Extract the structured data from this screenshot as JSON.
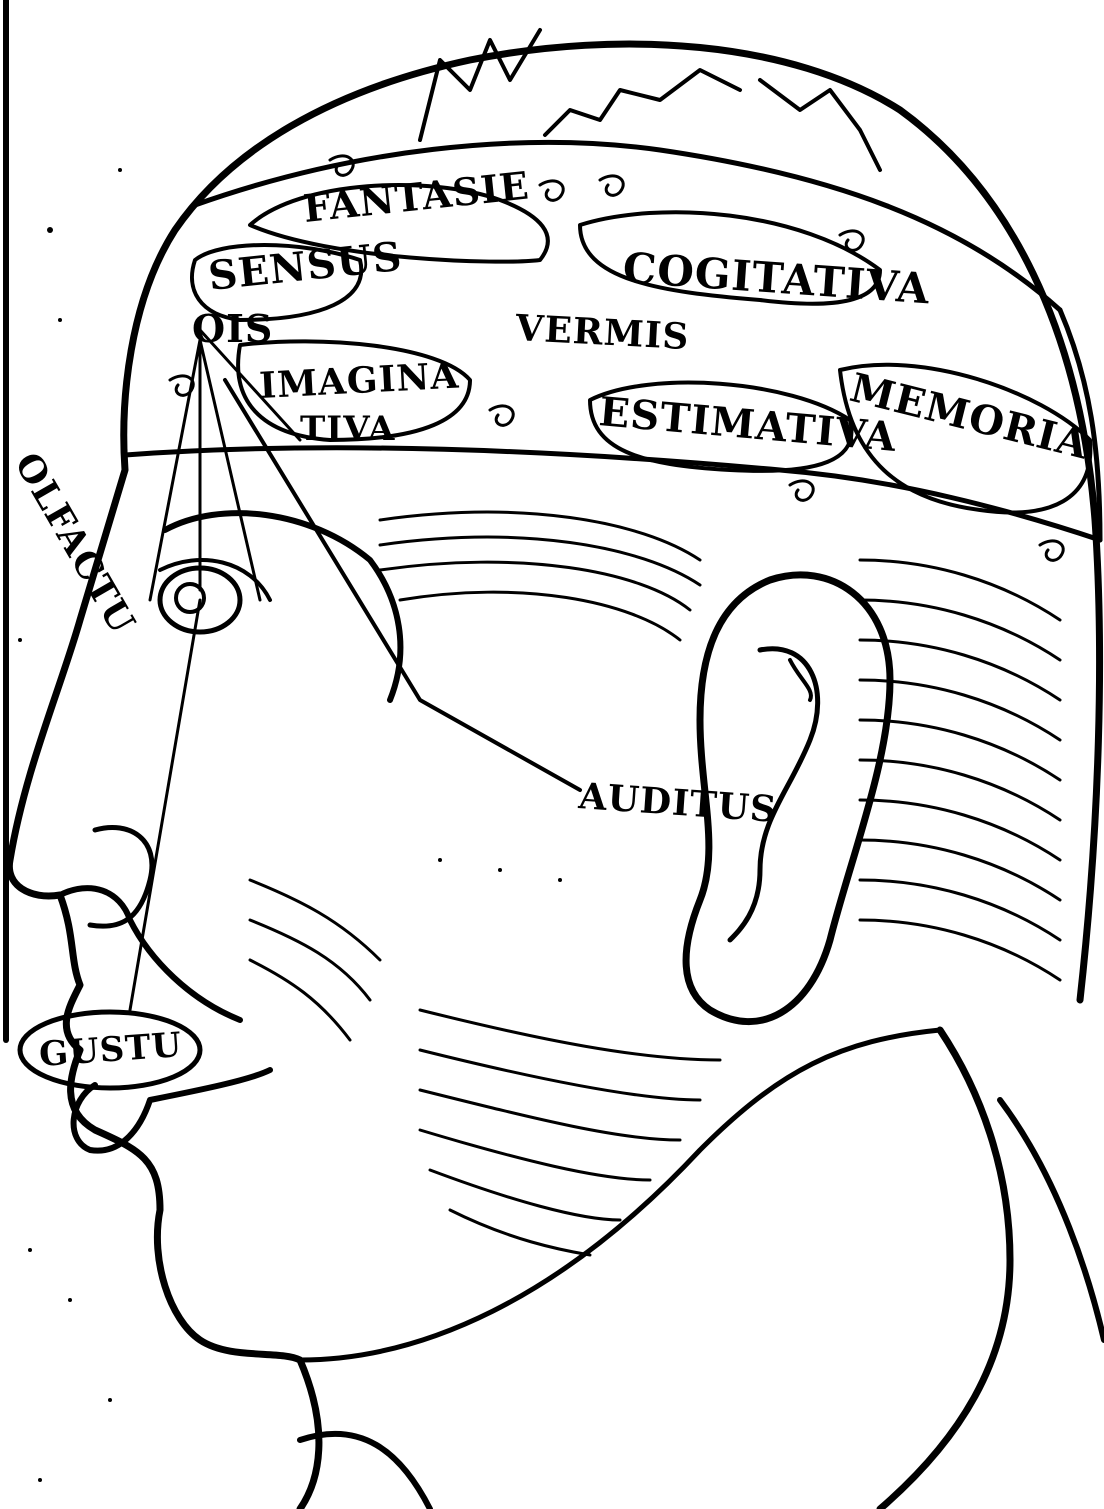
{
  "labels": {
    "fantasie": "FANTASIE",
    "cogitativa": "COGITATIVA",
    "sensus": "SENSUS",
    "communis": "OIS",
    "vermis": "VERMIS",
    "imaginativa_1": "IMAGINA",
    "imaginativa_2": "TIVA",
    "estimativa": "ESTIMATIVA",
    "memoria": "MEMORIA",
    "olfactus": "OLFACTU",
    "auditus": "AUDITUS",
    "gustus": "GUSTU"
  },
  "colors": {
    "ink": "#000000",
    "paper": "#ffffff"
  }
}
